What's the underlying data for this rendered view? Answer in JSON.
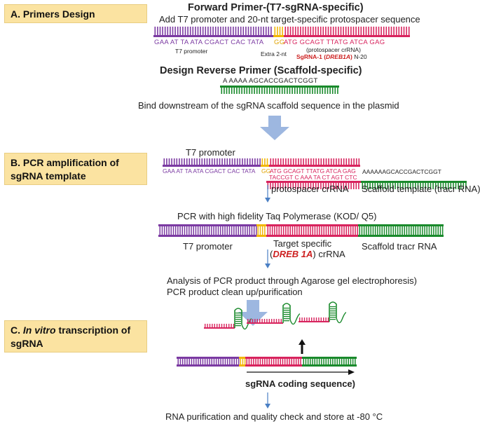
{
  "sections": {
    "a": "A. Primers Design",
    "b_line1": "B. PCR amplification of",
    "b_line2": "sgRNA template",
    "c_line1_prefix": "C. ",
    "c_line1_italic": "In vitro",
    "c_line1_suffix": " transcription of",
    "c_line2": "sgRNA"
  },
  "forward": {
    "title": "Forward Primer-(T7-sgRNA-specific)",
    "subtitle": "Add T7 promoter and 20-nt target-specific protospacer sequence",
    "seq_purple": "GAA AT TA ATA CGACT CAC TATA",
    "seq_yellow": "GG",
    "seq_pink": "ATG GCAGT TTATG ATCA GAG",
    "label_t7": "T7 promoter",
    "label_extra": "Extra 2-nt",
    "label_protospacer": "(protospacer crRNA)",
    "label_sgrna_prefix": "SgRNA-1 (",
    "label_sgrna_gene": "DREB1A",
    "label_sgrna_suffix": ")",
    "label_n20": " N-20"
  },
  "reverse": {
    "title": "Design Reverse Primer (Scaffold-specific)",
    "seq": "A AAAA AGCACCGACTCGGT",
    "caption": "Bind downstream of the sgRNA scaffold sequence in the plasmid"
  },
  "pcr_amp": {
    "t7_label": "T7 promoter",
    "seq_top_purple": "GAA AT TA ATA CGACT CAC TATA",
    "seq_top_yellow": "GG",
    "seq_top_pink": "ATG GCAGT TTATG ATCA GAG",
    "seq_bottom_pink": "TACCGT C AAA TA CT AGT CTC",
    "seq_bottom_green": "AAAAAAGCACCGACTCGGT",
    "label_protospacer": "protospacer crRNA",
    "label_scaffold": "Scaffold template (tracr RNA)"
  },
  "pcr_product": {
    "title": "PCR with high fidelity Taq Polymerase (KOD/ Q5)",
    "label_t7": "T7 promoter",
    "label_target_line1": "Target specific",
    "label_target_open": "(",
    "label_target_gene": "DREB 1A",
    "label_target_close": ") crRNA",
    "label_scaffold": "Scaffold tracr RNA"
  },
  "analysis": {
    "line1": "Analysis of PCR product through Agarose gel electrophoresis)",
    "line2": "PCR product clean up/purification"
  },
  "transcription": {
    "coding_label": "sgRNA  coding sequence)"
  },
  "final": {
    "text": "RNA purification and quality check and store at -80 °C"
  },
  "colors": {
    "purple": "#7b3aa2",
    "yellow": "#f2b705",
    "pink": "#d8245e",
    "green": "#1a8a2c",
    "arrow_blue": "#9db7e0",
    "section_fill": "#fbe3a1"
  }
}
